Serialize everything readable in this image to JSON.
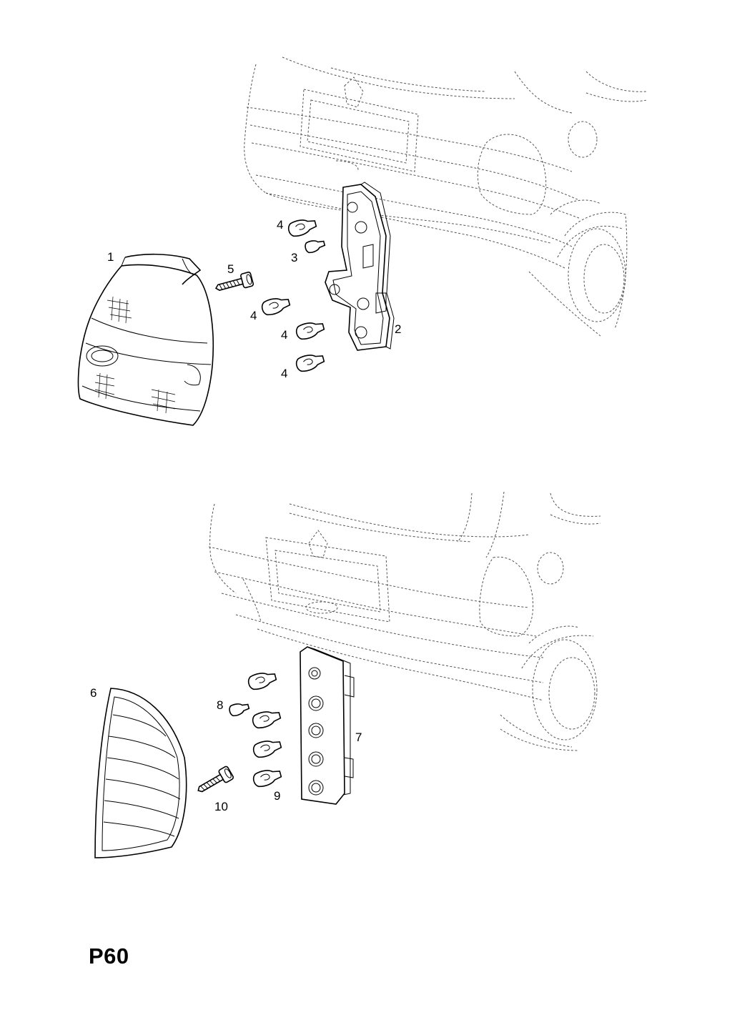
{
  "page": {
    "code": "P60"
  },
  "upper_assembly": {
    "callouts": [
      {
        "id": "c1",
        "text": "1"
      },
      {
        "id": "c2",
        "text": "2"
      },
      {
        "id": "c3",
        "text": "3"
      },
      {
        "id": "c4a",
        "text": "4"
      },
      {
        "id": "c4b",
        "text": "4"
      },
      {
        "id": "c4c",
        "text": "4"
      },
      {
        "id": "c4d",
        "text": "4"
      },
      {
        "id": "c5",
        "text": "5"
      }
    ]
  },
  "lower_assembly": {
    "callouts": [
      {
        "id": "c6",
        "text": "6"
      },
      {
        "id": "c7",
        "text": "7"
      },
      {
        "id": "c8",
        "text": "8"
      },
      {
        "id": "c9",
        "text": "9"
      },
      {
        "id": "c10",
        "text": "10"
      }
    ]
  }
}
